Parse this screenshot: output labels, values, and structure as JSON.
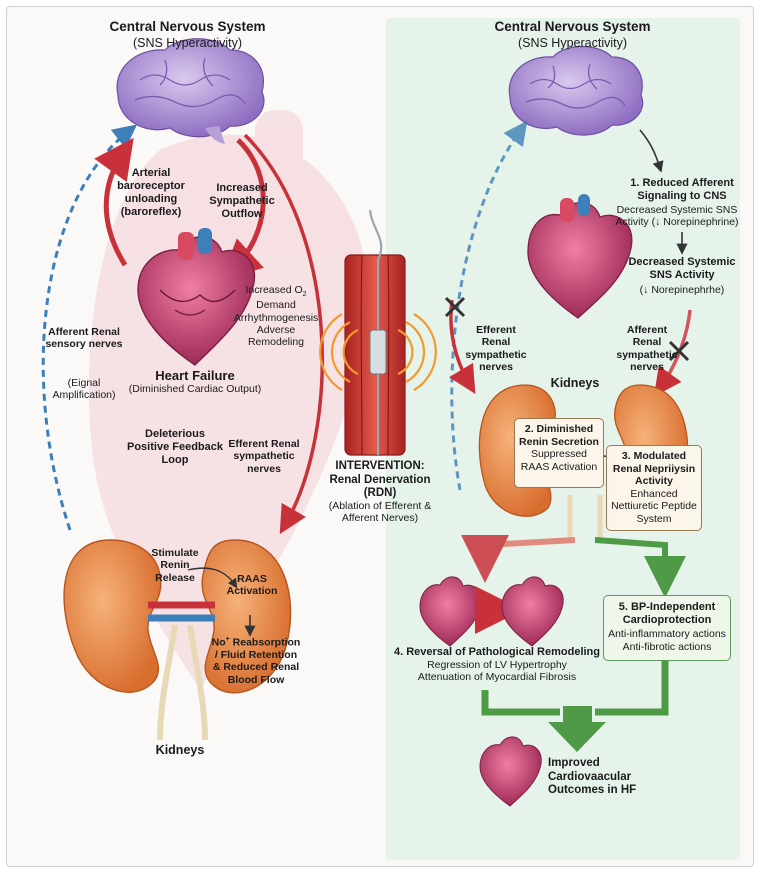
{
  "left": {
    "cns_title": "Central Nervous System",
    "cns_sub": "(SNS Hyperactivity)",
    "baroreceptor": "Arterial baroreceptor unloading (baroreflex)",
    "sympathetic_outflow": "Increased Sympathetic Outflow",
    "effects_o2": "Increased O",
    "effects_o2_sub": "2",
    "effects_rest": "Demand\nArrhythmogenesis\nAdverse\nRemodeling",
    "hf_title": "Heart Failure",
    "hf_sub": "(Diminished Cardiac Output)",
    "afferent_title": "Afferent Renal sensory nerves",
    "afferent_sub": "(Eignal Amplification)",
    "feedback_loop": "Deleterious Positive Feedback Loop",
    "efferent": "Efferent Renal sympathetic nerves",
    "stimulate_renin": "Stimulate Renin Release",
    "raas": "RAAS Activation",
    "na_prefix": "No",
    "na_sup": "+",
    "na_rest": " Reabsorption / Fluid Retention & Reduced Renal Blood Flow",
    "kidneys": "Kidneys"
  },
  "middle": {
    "intervention_title": "INTERVENTION: Renal Denervation (RDN)",
    "intervention_sub": "(Ablation of Efferent & Afferent Nerves)"
  },
  "right": {
    "cns_title": "Central Nervous System",
    "cns_sub": "(SNS Hyperactivity)",
    "step1_title": "1. Reduced Afferent Signaling to CNS",
    "step1_text": "Decreased Systemic SNS Activity (↓ Norepinephrine)",
    "decreased_title": "Decreased Systemic SNS Activity",
    "decreased_text": "(↓ Norepinephrhe)",
    "afferent_left": "Efferent Renal sympathetic nerves",
    "afferent_right": "Afferent Renal sympathetic nerves",
    "kidneys": "Kidneys",
    "step2_title": "2. Diminished Renin Secretion",
    "step2_text": "Suppressed RAAS Activation",
    "step3_title": "3. Modulated Renal Nepriiysin Activity",
    "step3_text": "Enhanced Nettiuretic Peptide System",
    "step4_title": "4. Reversal of Pathological Remodeling",
    "step4_text": "Regression of LV Hypertrophy\nAttenuation of Myocardial Fibrosis",
    "step5_title": "5. BP-Independent Cardioprotection",
    "step5_text": "Anti-inflammatory actions\nAnti-fibrotic actions",
    "outcome": "Improved Cardiovaacular Outcomes in HF"
  },
  "colors": {
    "brain": "#a88bd0",
    "kidney": "#e88a45",
    "heart": "#c43a6a",
    "red_arrow": "#c8313a",
    "blue_arrow": "#3d7fb8",
    "green_arrow": "#4f9a47",
    "right_bg": "#e6f3ea"
  }
}
